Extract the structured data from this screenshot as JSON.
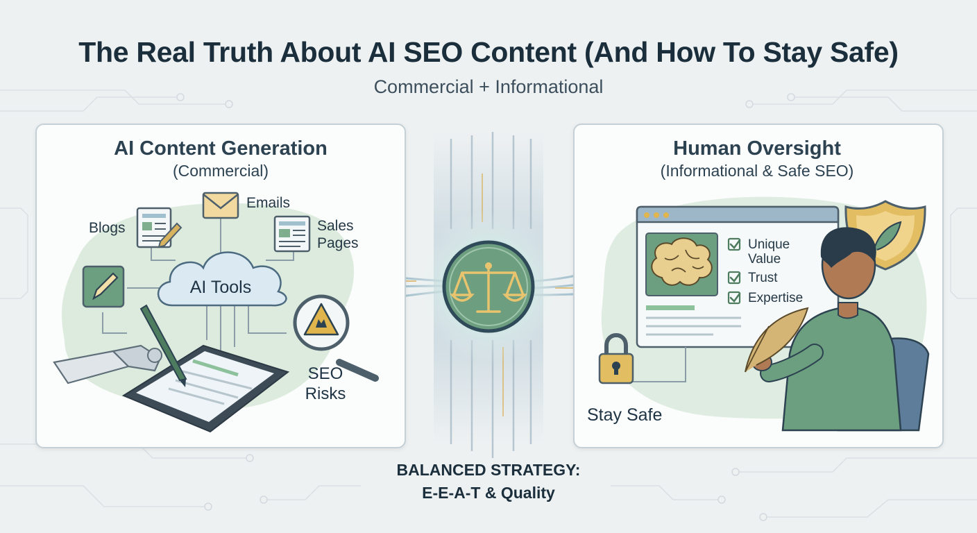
{
  "header": {
    "title": "The Real Truth About AI SEO Content (And How To Stay Safe)",
    "subtitle": "Commercial + Informational"
  },
  "left_panel": {
    "title": "AI Content Generation",
    "subtitle": "(Commercial)",
    "center_node": "AI Tools",
    "items": {
      "blogs": "Blogs",
      "emails": "Emails",
      "sales_pages": [
        "Sales",
        "Pages"
      ],
      "seo_risks": [
        "SEO",
        "Risks"
      ]
    }
  },
  "right_panel": {
    "title": "Human Oversight",
    "subtitle": "(Informational & Safe SEO)",
    "checklist": {
      "unique_value": [
        "Unique",
        "Value"
      ],
      "trust": "Trust",
      "expertise": "Expertise"
    },
    "stay_safe": "Stay Safe"
  },
  "footer": {
    "line1": "BALANCED STRATEGY:",
    "line2": "E-E-A-T & Quality"
  },
  "colors": {
    "accent_green": "#5f9a78",
    "dark_teal": "#2c4251",
    "gold": "#d8b35f",
    "glow": "#8fe6c9"
  }
}
